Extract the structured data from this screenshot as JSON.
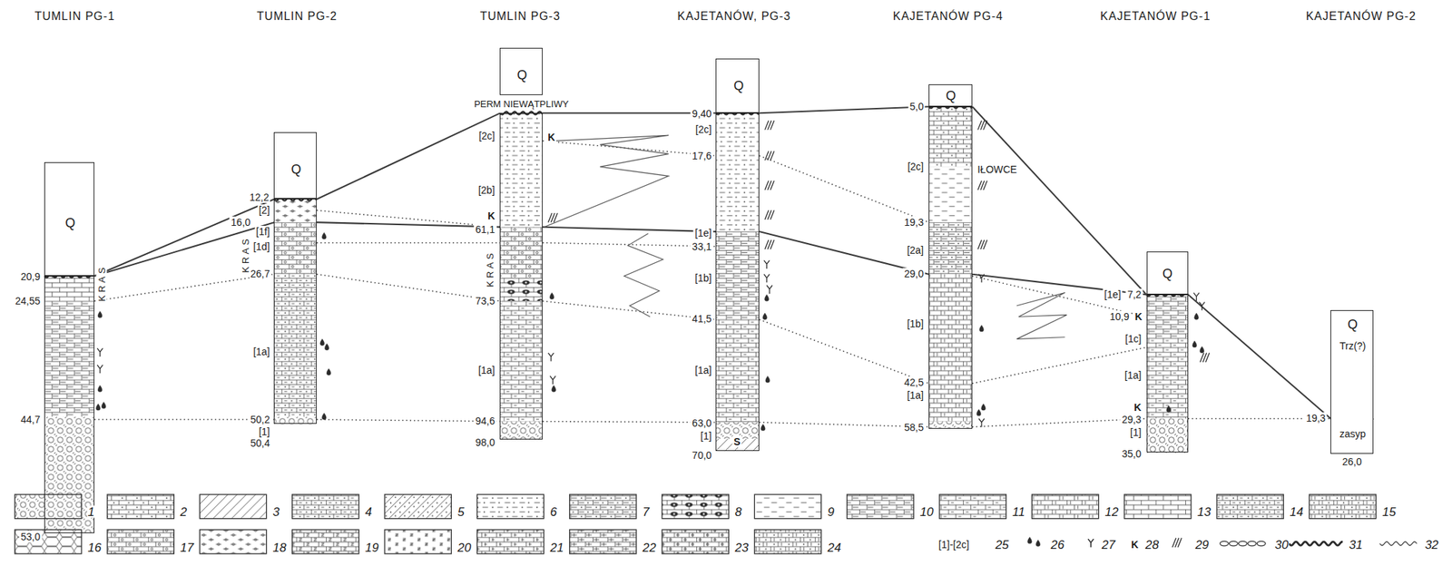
{
  "diagram": {
    "nodes": [
      {
        "text": [
          "TUMLIN PG-1"
        ]
      },
      {
        "text": [
          "Q"
        ]
      },
      {
        "text": [
          "TUMLIN PG-2"
        ]
      },
      {
        "text": [
          "Q"
        ]
      },
      {
        "text": [
          "TUMLIN PG-3"
        ]
      },
      {
        "text": [
          "Q"
        ]
      },
      {
        "text": [
          "KAJETANÓW, PG-3"
        ]
      },
      {
        "text": [
          "Q"
        ]
      },
      {
        "text": [
          "KAJETANÓW PG-4"
        ]
      },
      {
        "text": [
          "Q"
        ]
      },
      {
        "text": [
          "KAJETANÓW PG-1"
        ]
      },
      {
        "text": [
          "Q"
        ]
      },
      {
        "text": [
          "KAJETANÓW PG-2",
          "Q",
          "Trz(?)",
          "zasyp"
        ]
      }
    ],
    "labels": [
      "20,9",
      "24,55",
      "KRAS",
      "44,7",
      "53,0",
      "12,2",
      "[2]",
      "16,0",
      "[1f]",
      "KRAS",
      "[1d]",
      "26,7",
      "[1a]",
      "50,2",
      "[1]",
      "50,4",
      "PERM NIEWĄTPLIWY",
      "[2c]",
      "K",
      "[2b]",
      "K",
      "61,1",
      "KRAS",
      "73,5",
      "[1a]",
      "94,6",
      "98,0",
      "9,40",
      "[2c]",
      "17,6",
      "[1e]",
      "33,1",
      "[1b]",
      "41,5",
      "[1a]",
      "63,0",
      "[1]",
      "70,0",
      "S",
      "5,0",
      "[2c]",
      "IŁOWCE",
      "19,3",
      "[2a]",
      "29,0",
      "[1b]",
      "42,5",
      "[1a]",
      "58,5",
      "[1e]",
      "7,2",
      "10,9",
      "K",
      "[1c]",
      "[1a]",
      "K",
      "29,3",
      "[1]",
      "35,0",
      "19,3",
      "26,0",
      "[1]-[2c]",
      "K"
    ],
    "legend": [
      {
        "text": "1"
      },
      {
        "text": "2"
      },
      {
        "text": "3"
      },
      {
        "text": "4"
      },
      {
        "text": "5"
      },
      {
        "text": "6"
      },
      {
        "text": "7"
      },
      {
        "text": "8"
      },
      {
        "text": "9"
      },
      {
        "text": "10"
      },
      {
        "text": "11"
      },
      {
        "text": "12"
      },
      {
        "text": "13"
      },
      {
        "text": "14"
      },
      {
        "text": "15"
      },
      {
        "text": "16"
      },
      {
        "text": "17"
      },
      {
        "text": "18"
      },
      {
        "text": "19"
      },
      {
        "text": "20"
      },
      {
        "text": "21"
      },
      {
        "text": "22"
      },
      {
        "text": "23"
      },
      {
        "text": "24"
      },
      {
        "text": "25"
      },
      {
        "text": "26"
      },
      {
        "text": "27"
      },
      {
        "text": "28"
      },
      {
        "text": "29"
      },
      {
        "text": "30"
      },
      {
        "text": "31"
      },
      {
        "text": "32"
      }
    ]
  }
}
